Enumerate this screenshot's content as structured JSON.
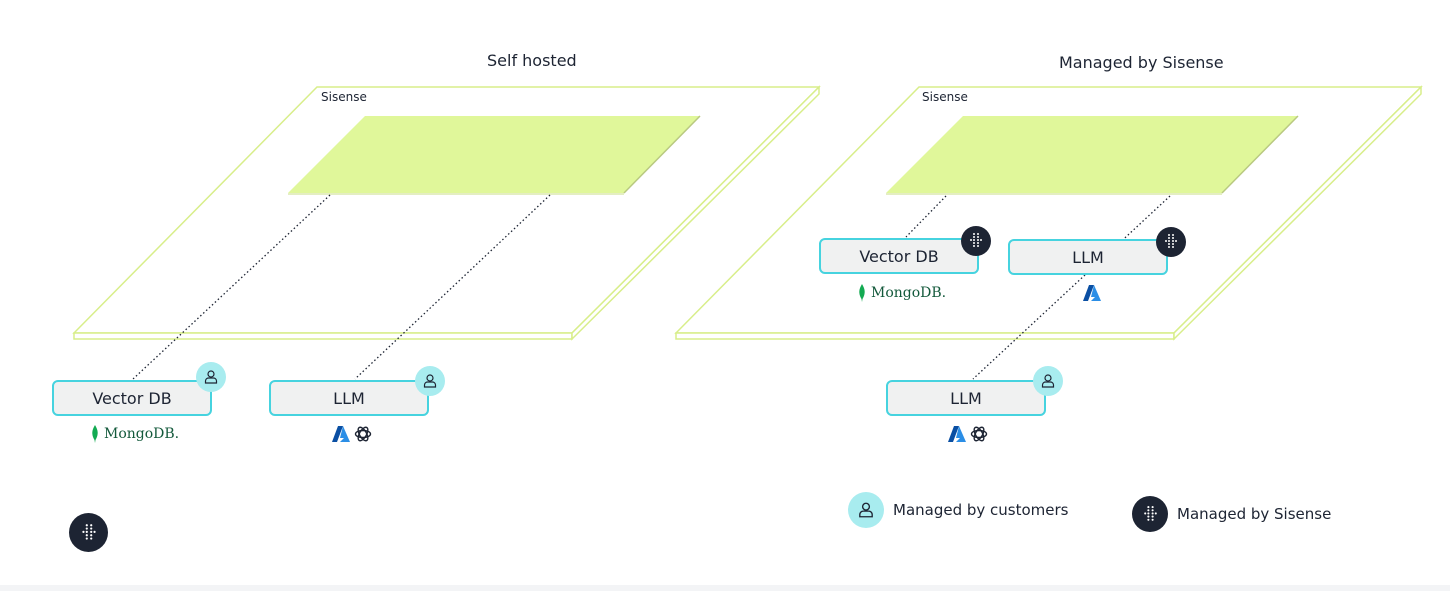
{
  "self_hosted": {
    "title": "Self hosted",
    "platform_label": "Sisense",
    "vector_db": {
      "label": "Vector DB",
      "logo_text": "MongoDB.",
      "managed_by": "customer"
    },
    "llm": {
      "label": "LLM",
      "logos": [
        "azure-icon",
        "openai-icon"
      ],
      "managed_by": "customer"
    }
  },
  "managed": {
    "title": "Managed by Sisense",
    "platform_label": "Sisense",
    "vector_db": {
      "label": "Vector DB",
      "logo_text": "MongoDB.",
      "managed_by": "sisense"
    },
    "llm_internal": {
      "label": "LLM",
      "logos": [
        "azure-icon"
      ],
      "managed_by": "sisense"
    },
    "llm_external": {
      "label": "LLM",
      "logos": [
        "azure-icon",
        "openai-icon"
      ],
      "managed_by": "customer"
    }
  },
  "legend": {
    "customer_label": "Managed by customers",
    "sisense_label": "Managed by Sisense"
  },
  "colors": {
    "platform_outline": "#d8ee8a",
    "platform_fill": "#e0f79a",
    "box_border": "#46d3df",
    "box_fill": "#f0f1f1",
    "customer_badge": "#a8ecef",
    "sisense_badge": "#1d2433",
    "text": "#1d2433"
  }
}
